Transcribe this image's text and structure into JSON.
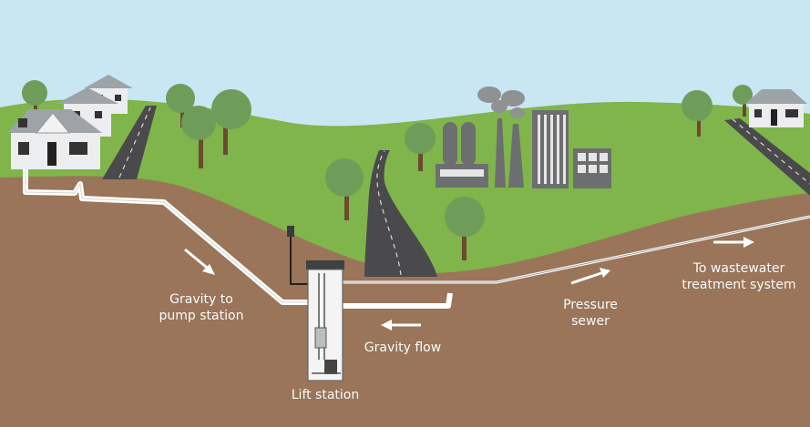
{
  "labels": {
    "gravity_to_pump_line1": "Gravity to",
    "gravity_to_pump_line2": "pump station",
    "lift_station": "Lift station",
    "gravity_flow": "Gravity flow",
    "pressure_line1": "Pressure",
    "pressure_line2": "sewer",
    "to_wastewater_line1": "To wastewater",
    "to_wastewater_line2": "treatment system"
  },
  "colors": {
    "sky": "#c9e6f3",
    "grass": "#7fb54a",
    "soil": "#9a7559",
    "road": "#4a4a4c",
    "pipe": "#ffffff",
    "building": "#6d6e70",
    "tree_leaf": "#6e9d5a",
    "tree_trunk": "#6b4a2f",
    "house_wall": "#ecedee",
    "house_roof": "#9ea3a8"
  }
}
